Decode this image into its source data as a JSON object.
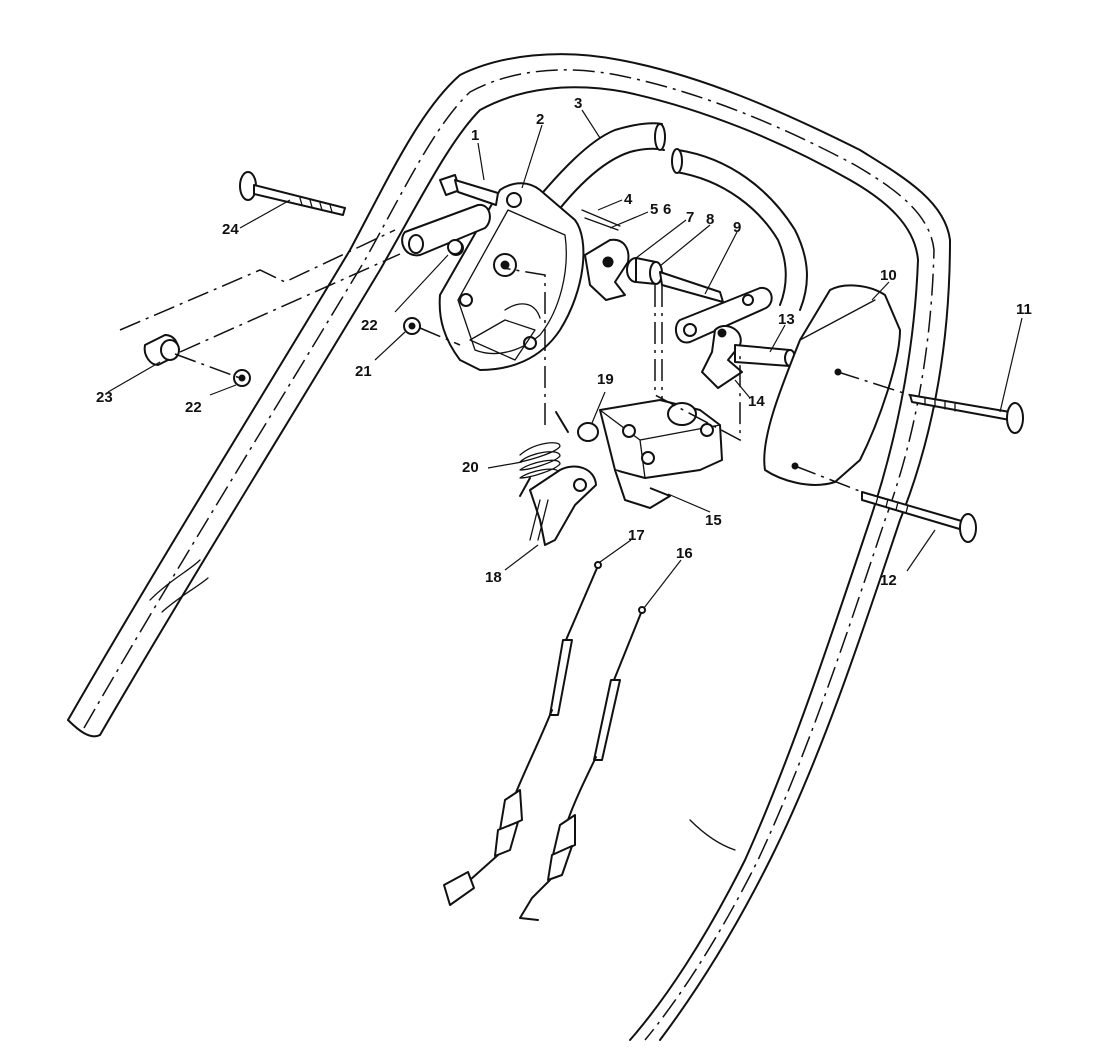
{
  "callouts": [
    {
      "id": "1",
      "text": "1"
    },
    {
      "id": "2",
      "text": "2"
    },
    {
      "id": "3",
      "text": "3"
    },
    {
      "id": "4",
      "text": "4"
    },
    {
      "id": "5",
      "text": "5"
    },
    {
      "id": "6",
      "text": "6"
    },
    {
      "id": "7",
      "text": "7"
    },
    {
      "id": "8",
      "text": "8"
    },
    {
      "id": "9",
      "text": "9"
    },
    {
      "id": "10",
      "text": "10"
    },
    {
      "id": "11",
      "text": "11"
    },
    {
      "id": "12",
      "text": "12"
    },
    {
      "id": "13",
      "text": "13"
    },
    {
      "id": "14",
      "text": "14"
    },
    {
      "id": "15",
      "text": "15"
    },
    {
      "id": "16",
      "text": "16"
    },
    {
      "id": "17",
      "text": "17"
    },
    {
      "id": "18",
      "text": "18"
    },
    {
      "id": "19",
      "text": "19"
    },
    {
      "id": "20",
      "text": "20"
    },
    {
      "id": "21",
      "text": "21"
    },
    {
      "id": "22a",
      "text": "22"
    },
    {
      "id": "22b",
      "text": "22"
    },
    {
      "id": "23",
      "text": "23"
    },
    {
      "id": "24",
      "text": "24"
    }
  ]
}
